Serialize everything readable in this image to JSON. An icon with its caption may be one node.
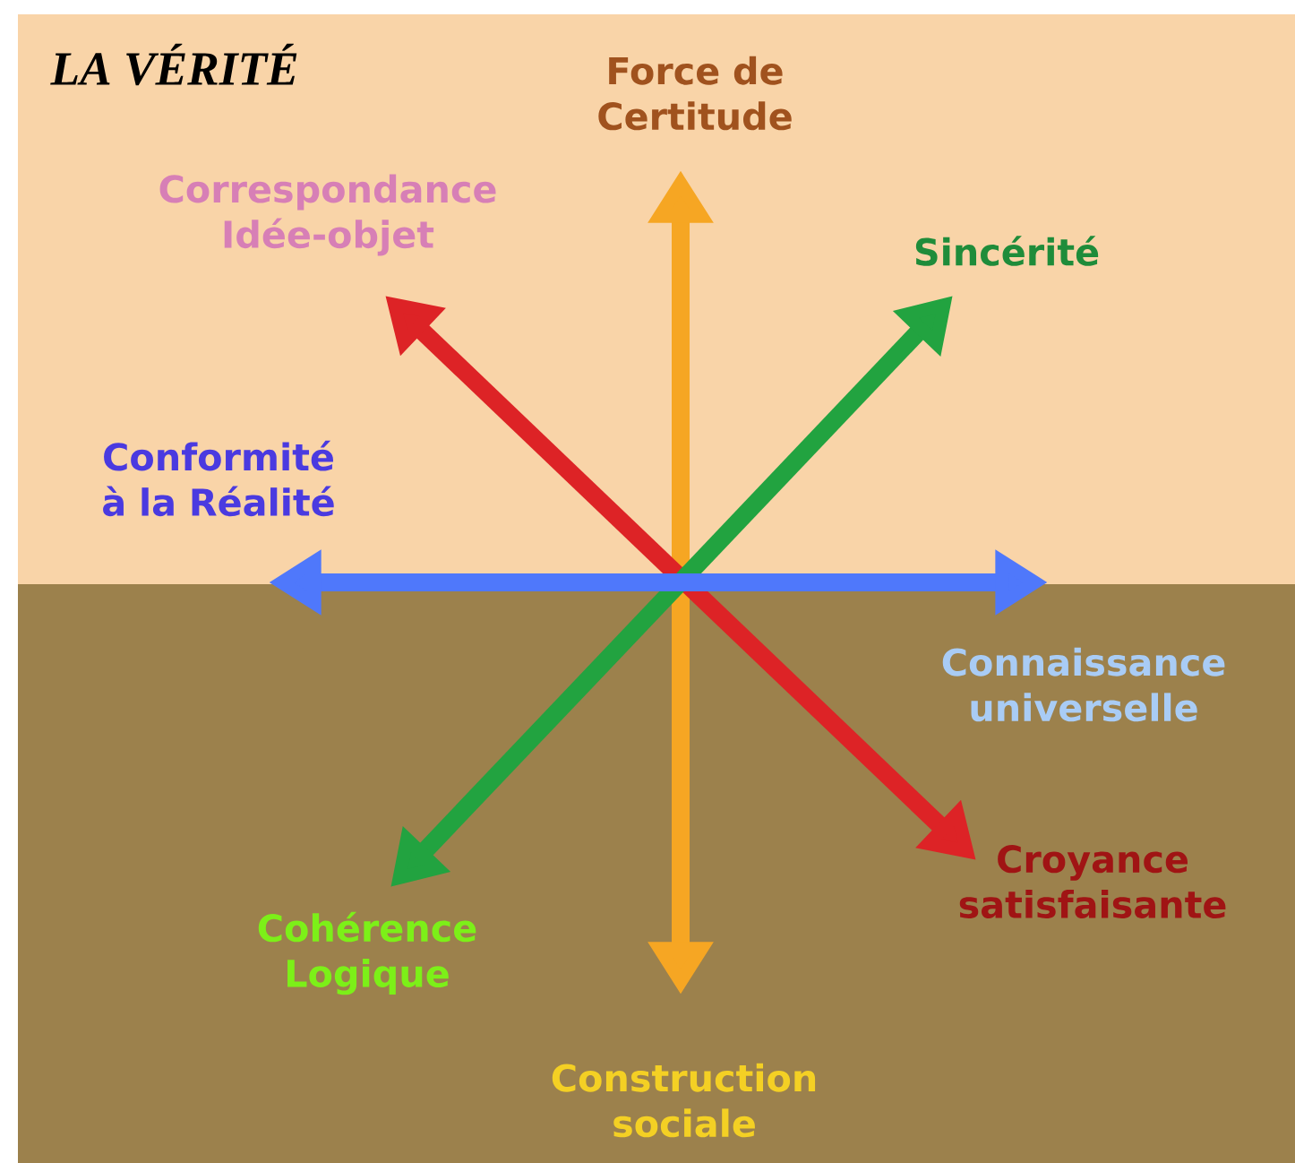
{
  "diagram": {
    "title": "LA VÉRITÉ",
    "nodes": [
      {
        "text": [
          "Force de Certitude"
        ]
      },
      {
        "text": [
          "Correspondance Idée-objet"
        ]
      },
      {
        "text": [
          "Sincérité"
        ]
      },
      {
        "text": [
          "Conformité à la Réalité"
        ]
      },
      {
        "text": [
          "Connaissance universelle"
        ]
      },
      {
        "text": [
          "Croyance satisfaisante"
        ]
      },
      {
        "text": [
          "Cohérence Logique"
        ]
      },
      {
        "text": [
          "Construction sociale"
        ]
      }
    ],
    "edges": [
      {
        "from": 0,
        "to": 7,
        "arrow": "both",
        "color": "#f6a623"
      },
      {
        "from": 1,
        "to": 5,
        "arrow": "both",
        "color": "#dd2326"
      },
      {
        "from": 2,
        "to": 6,
        "arrow": "both",
        "color": "#22a340"
      },
      {
        "from": 3,
        "to": 4,
        "arrow": "both",
        "color": "#4f78fb"
      }
    ]
  }
}
